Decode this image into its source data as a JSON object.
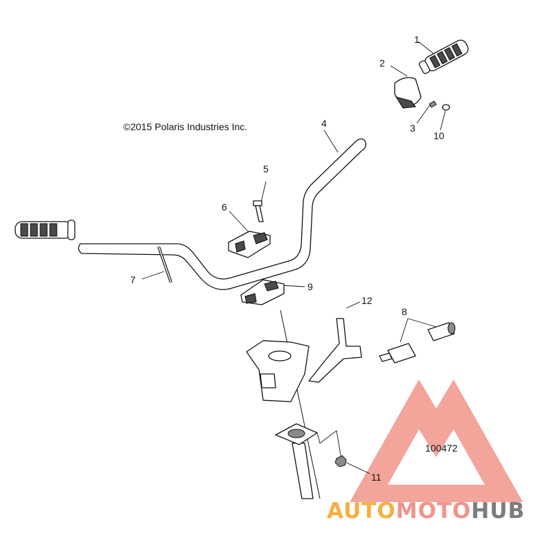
{
  "copyright": "©2015 Polaris Industries Inc.",
  "figure_number": "100472",
  "watermark": {
    "part1": "AUTO",
    "part2": "MOTO",
    "part3": "HUB",
    "color_orange": "#f5b041",
    "color_red": "#f1948a",
    "color_gray": "#7b7d7d",
    "logo_color": "#f1948a"
  },
  "callouts": {
    "c1": "1",
    "c2": "2",
    "c3": "3",
    "c4": "4",
    "c5": "5",
    "c6": "6",
    "c7": "7",
    "c8": "8",
    "c9": "9",
    "c10": "10",
    "c11": "11",
    "c12": "12"
  }
}
